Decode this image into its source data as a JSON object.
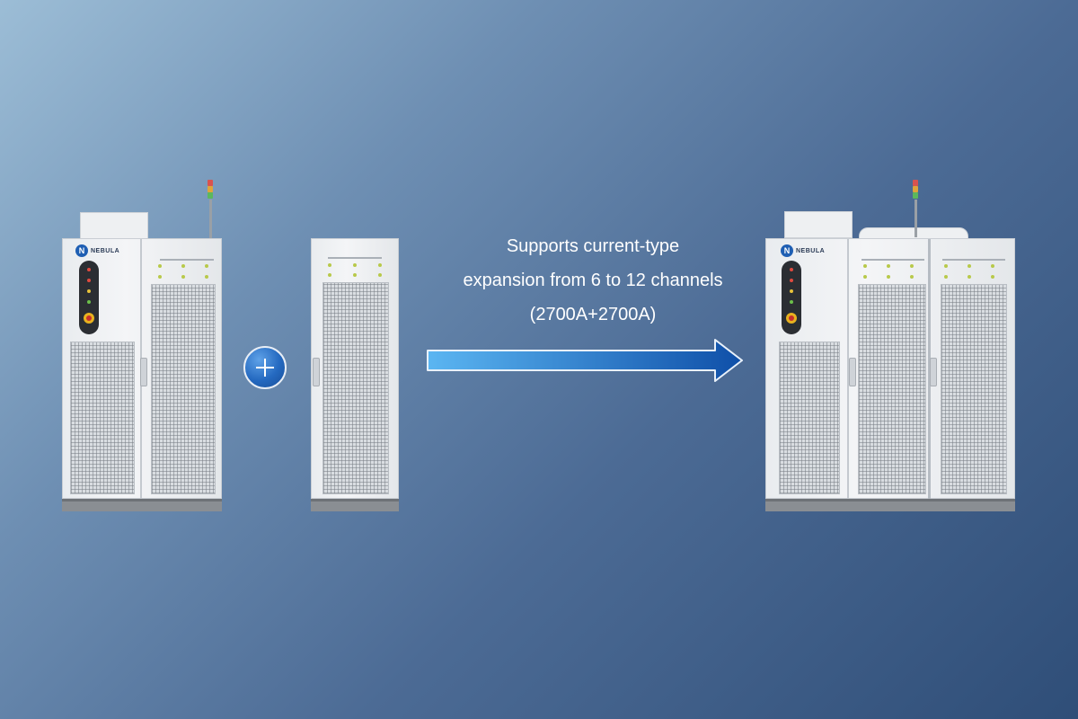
{
  "caption": {
    "line1": "Supports current-type",
    "line2": "expansion from 6 to 12 channels",
    "line3": "(2700A+2700A)"
  },
  "brand": {
    "logo_letter": "N",
    "name": "NEBULA"
  },
  "icons": {
    "plus": "plus-circle-icon",
    "arrow": "right-arrow-icon"
  },
  "colors": {
    "background_start": "#9cbdd6",
    "background_end": "#2f4e78",
    "accent_blue": "#2469c0",
    "arrow_light": "#5bb6f2",
    "arrow_dark": "#0f4fa8"
  }
}
